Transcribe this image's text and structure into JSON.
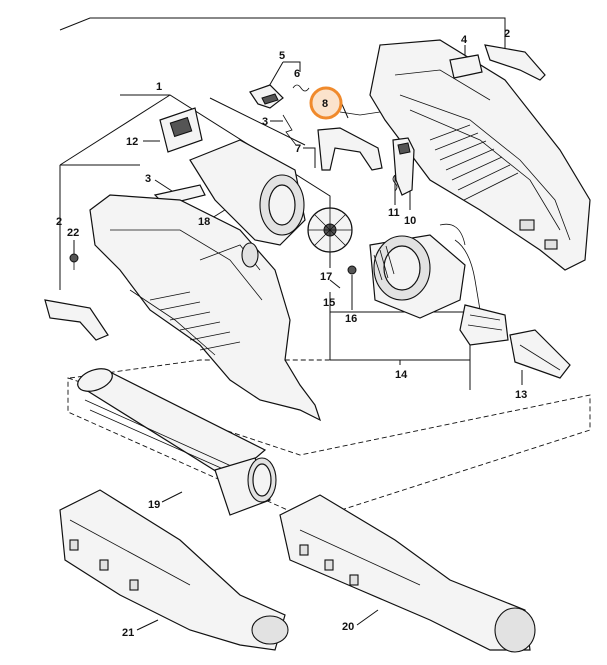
{
  "labels": {
    "p1": "1",
    "p2a": "2",
    "p2b": "2",
    "p3a": "3",
    "p3b": "3",
    "p4": "4",
    "p5": "5",
    "p6": "6",
    "p7": "7",
    "p8": "8",
    "p10": "10",
    "p11": "11",
    "p12": "12",
    "p13": "13",
    "p14": "14",
    "p15": "15",
    "p16": "16",
    "p17": "17",
    "p18": "18",
    "p19": "19",
    "p20": "20",
    "p21": "21",
    "p22": "22"
  },
  "colors": {
    "highlight": "#f08a2c",
    "highlight_fill": "#fbe3cc",
    "line": "#111111",
    "part_fill": "#f4f4f4"
  }
}
